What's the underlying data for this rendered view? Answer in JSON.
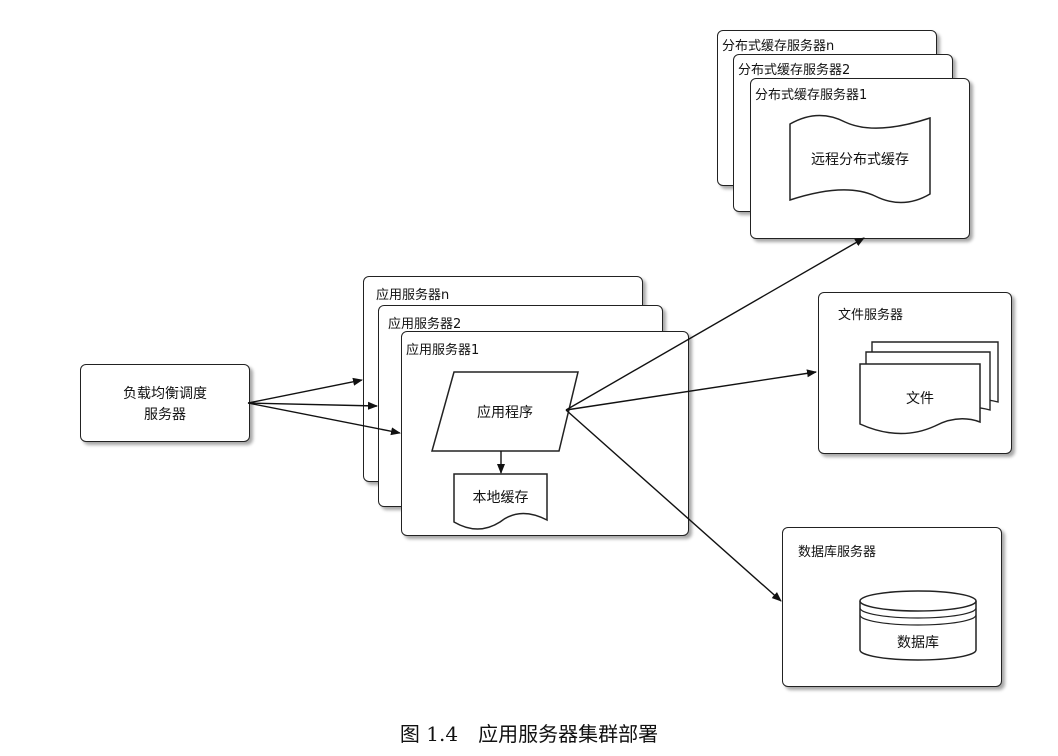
{
  "load_balancer": {
    "line1": "负载均衡调度",
    "line2": "服务器"
  },
  "app_servers": {
    "back": "应用服务器n",
    "middle": "应用服务器2",
    "front": "应用服务器1",
    "program": "应用程序",
    "local_cache": "本地缓存"
  },
  "cache_servers": {
    "back": "分布式缓存服务器n",
    "middle": "分布式缓存服务器2",
    "front": "分布式缓存服务器1",
    "remote_cache": "远程分布式缓存"
  },
  "file_server": {
    "title": "文件服务器",
    "file": "文件"
  },
  "db_server": {
    "title": "数据库服务器",
    "db": "数据库"
  },
  "caption": "图 1.4　应用服务器集群部署"
}
